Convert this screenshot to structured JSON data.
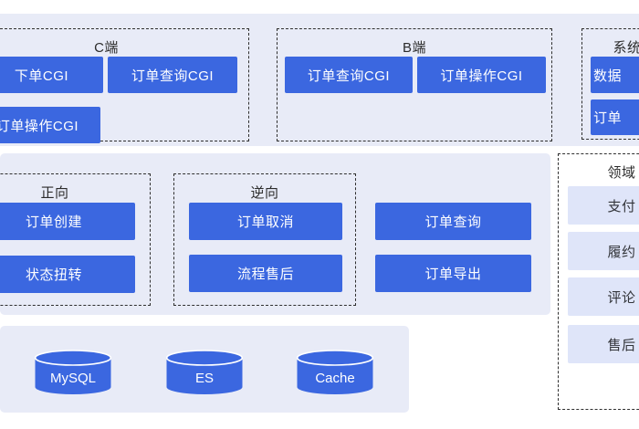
{
  "colors": {
    "accent_blue": "#3b67e0",
    "panel_bg": "#e8ebf7",
    "domain_row_bg": "#dfe5f9",
    "dashed_border": "#2f2f2f",
    "title_text": "#2b2b2b",
    "button_text": "#ffffff"
  },
  "groups": {
    "c_side": {
      "title": "C端",
      "buttons": [
        "下单CGI",
        "订单查询CGI",
        "订单操作CGI"
      ]
    },
    "b_side": {
      "title": "B端",
      "buttons": [
        "订单查询CGI",
        "订单操作CGI"
      ]
    },
    "system": {
      "title": "系统",
      "buttons": [
        "数据",
        "订单"
      ]
    },
    "forward": {
      "title": "正向",
      "buttons": [
        "订单创建",
        "状态扭转"
      ]
    },
    "reverse": {
      "title": "逆向",
      "buttons": [
        "订单取消",
        "流程售后"
      ]
    },
    "standalone": {
      "buttons": [
        "订单查询",
        "订单导出"
      ]
    },
    "domain": {
      "title": "领域",
      "items": [
        "支付",
        "履约",
        "评论",
        "售后"
      ]
    },
    "storage": {
      "databases": [
        "MySQL",
        "ES",
        "Cache"
      ]
    }
  }
}
